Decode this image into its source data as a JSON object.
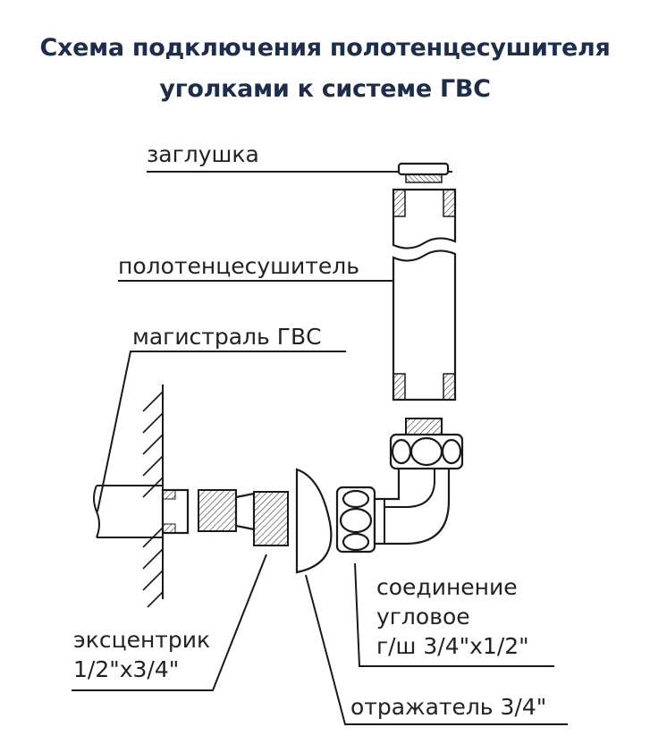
{
  "title": {
    "line1": "Схема подключения полотенцесушителя",
    "line2": "уголками к системе ГВС"
  },
  "labels": {
    "cap": "заглушка",
    "towel_dryer": "полотенцесушитель",
    "main_line": "магистраль ГВС",
    "eccentric_line1": "эксцентрик",
    "eccentric_line2": "1/2\"х3/4\"",
    "angle_line1": "соединение",
    "angle_line2": "угловое",
    "angle_line3": "г/ш 3/4\"х1/2\"",
    "reflector": "отражатель 3/4\""
  }
}
